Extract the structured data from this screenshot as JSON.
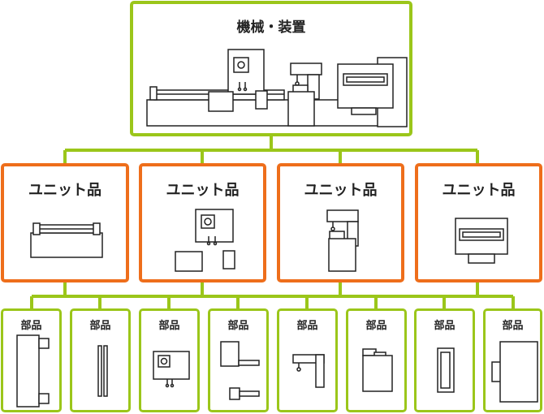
{
  "colors": {
    "machine_border": "#9bc61a",
    "unit_border": "#ee6e1b",
    "part_border": "#9bc61a",
    "connector": "#9bc61a",
    "drawing": "#222222"
  },
  "root": {
    "label": "機械・装置",
    "icon": "machine-assembly-icon"
  },
  "units": [
    {
      "label": "ユニット品",
      "icon": "linear-rail-unit-icon"
    },
    {
      "label": "ユニット品",
      "icon": "control-box-unit-icon"
    },
    {
      "label": "ユニット品",
      "icon": "press-head-unit-icon"
    },
    {
      "label": "ユニット品",
      "icon": "conveyor-tray-unit-icon"
    }
  ],
  "parts": [
    {
      "label": "部品",
      "icon": "rail-block-icon"
    },
    {
      "label": "部品",
      "icon": "shaft-pair-icon"
    },
    {
      "label": "部品",
      "icon": "panel-box-icon"
    },
    {
      "label": "部品",
      "icon": "bracket-pair-icon"
    },
    {
      "label": "部品",
      "icon": "nozzle-arm-icon"
    },
    {
      "label": "部品",
      "icon": "block-housing-icon"
    },
    {
      "label": "部品",
      "icon": "channel-frame-icon"
    },
    {
      "label": "部品",
      "icon": "cover-plate-icon"
    }
  ]
}
